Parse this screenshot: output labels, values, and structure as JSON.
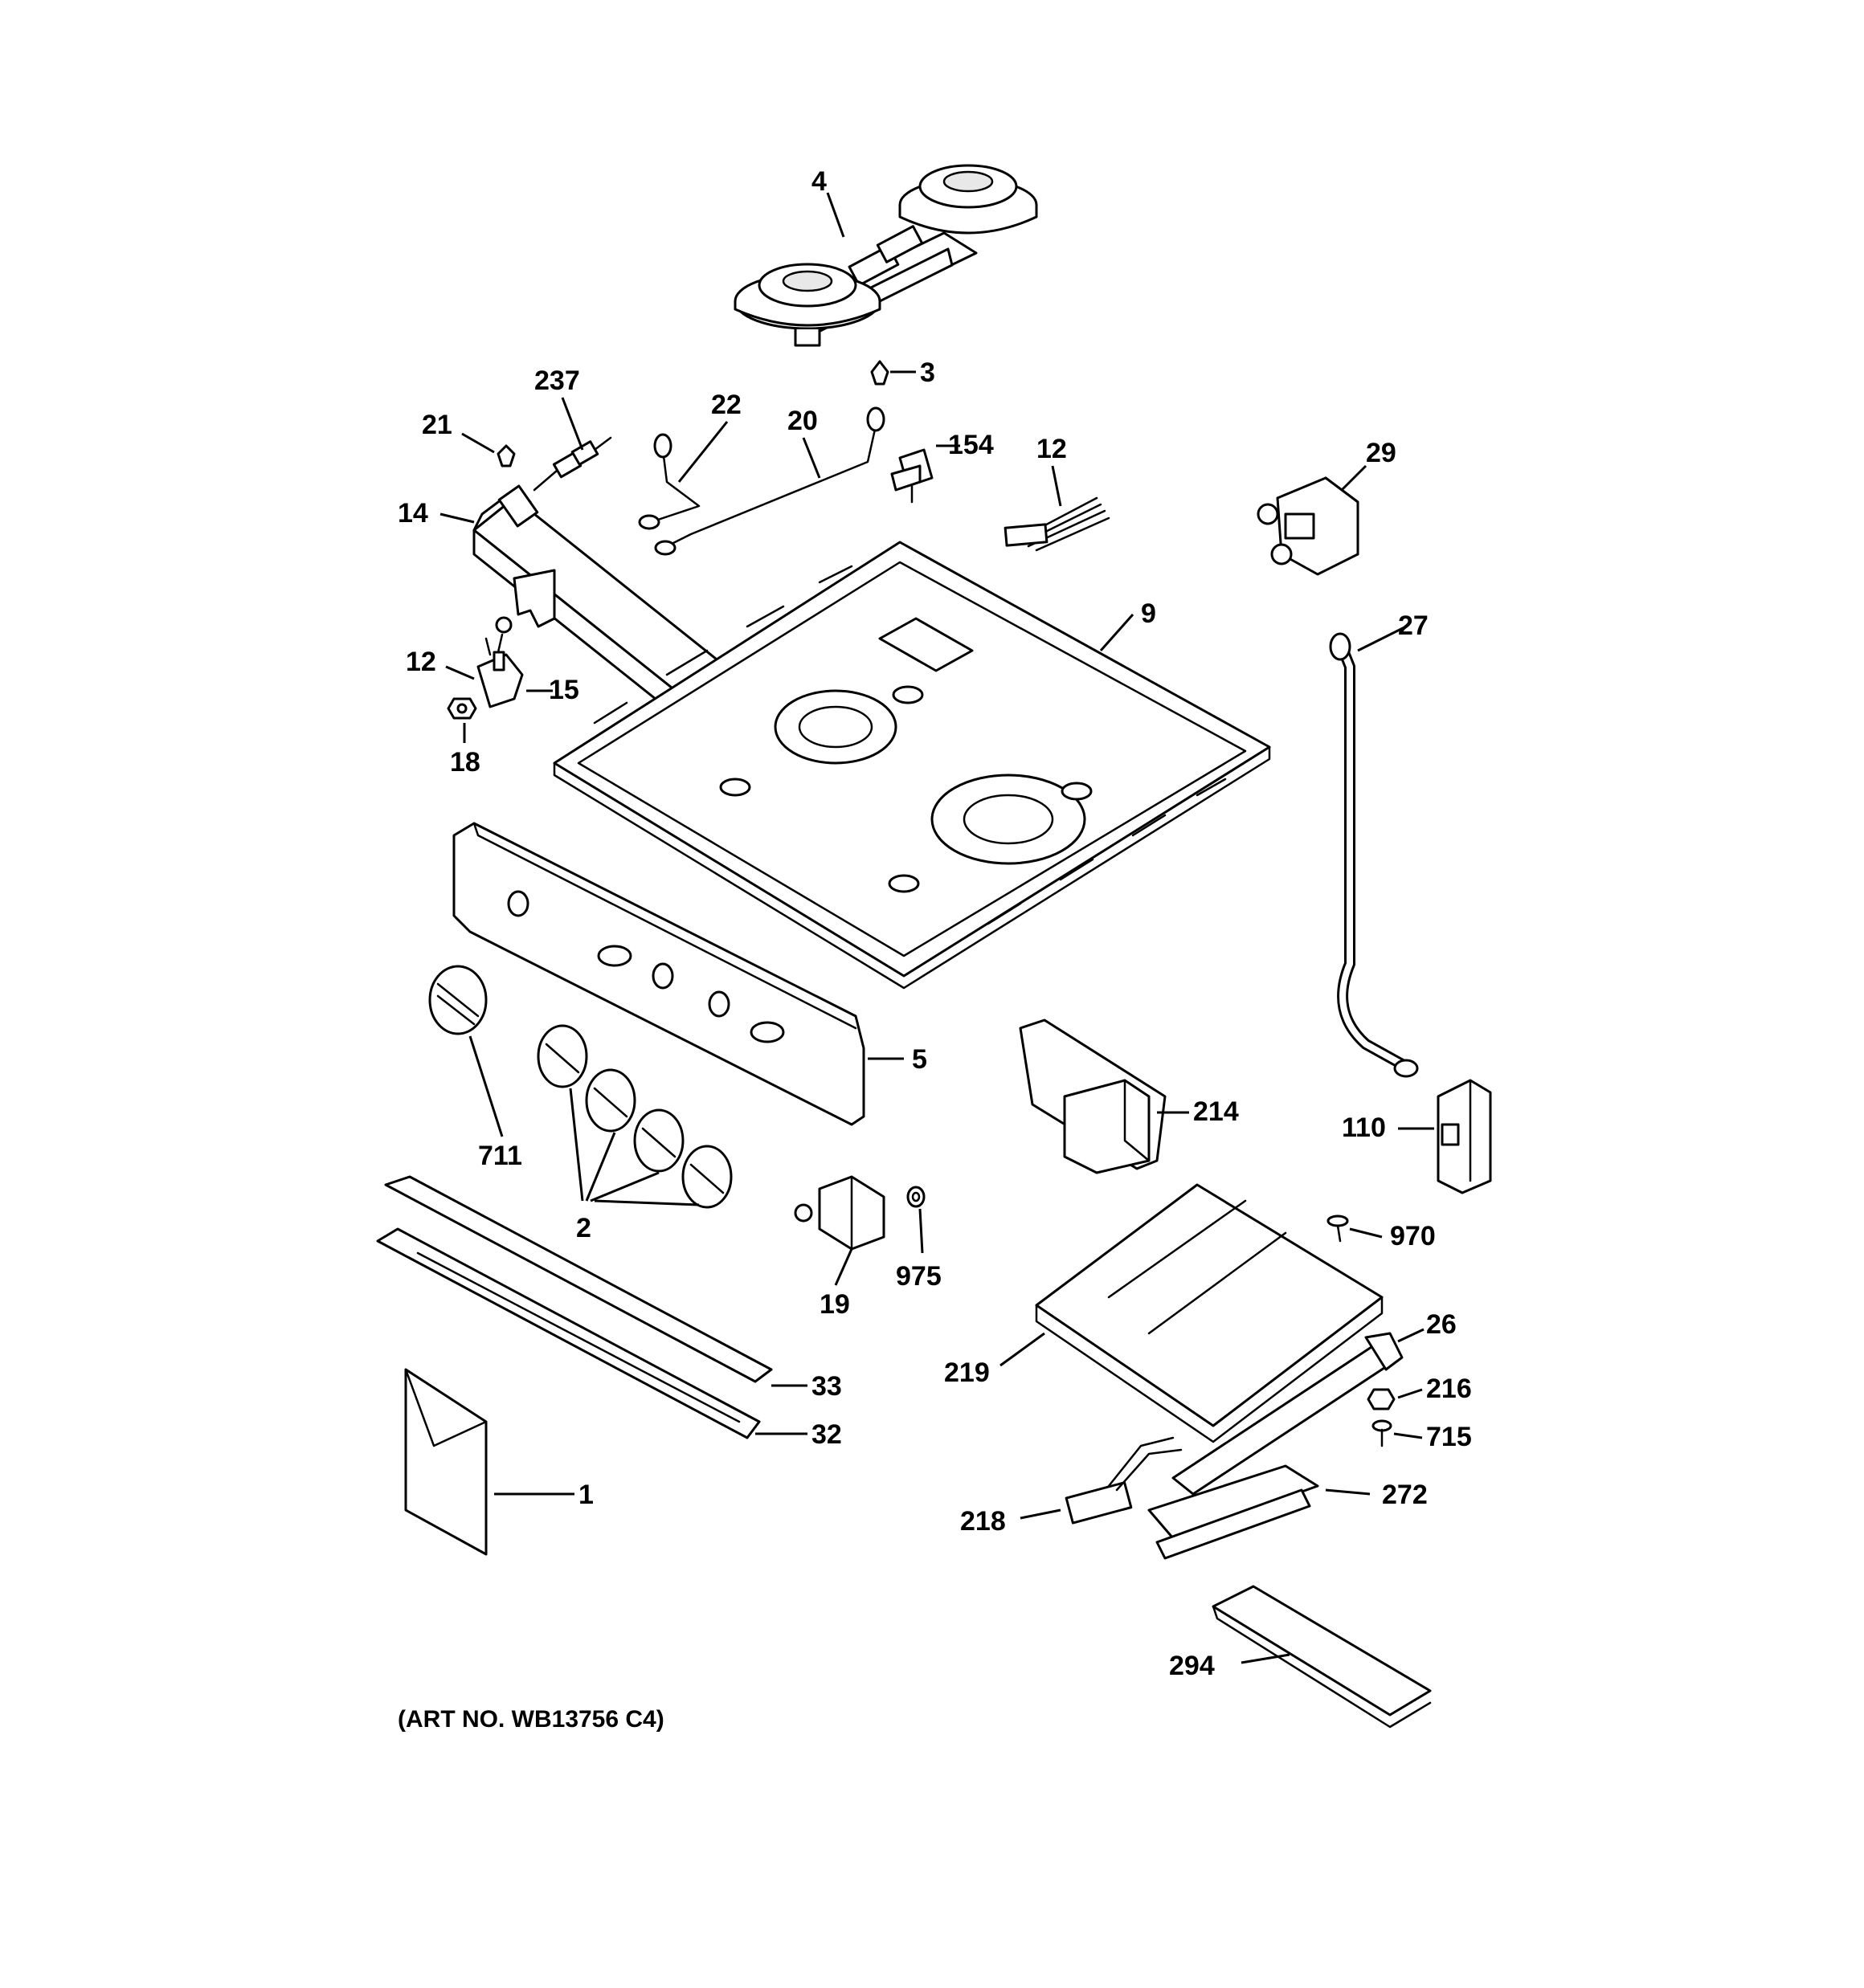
{
  "diagram": {
    "caption": "(ART NO. WB13756 C4)",
    "callouts": {
      "c4": "4",
      "c3": "3",
      "c237": "237",
      "c21": "21",
      "c22": "22",
      "c20": "20",
      "c154": "154",
      "c12a": "12",
      "c29": "29",
      "c14": "14",
      "c9": "9",
      "c27": "27",
      "c12b": "12",
      "c15": "15",
      "c18": "18",
      "c5": "5",
      "c711": "711",
      "c2": "2",
      "c214": "214",
      "c110": "110",
      "c970": "970",
      "c19": "19",
      "c975": "975",
      "c26": "26",
      "c219": "219",
      "c216": "216",
      "c715": "715",
      "c33": "33",
      "c32": "32",
      "c1": "1",
      "c272": "272",
      "c218": "218",
      "c294": "294"
    }
  }
}
